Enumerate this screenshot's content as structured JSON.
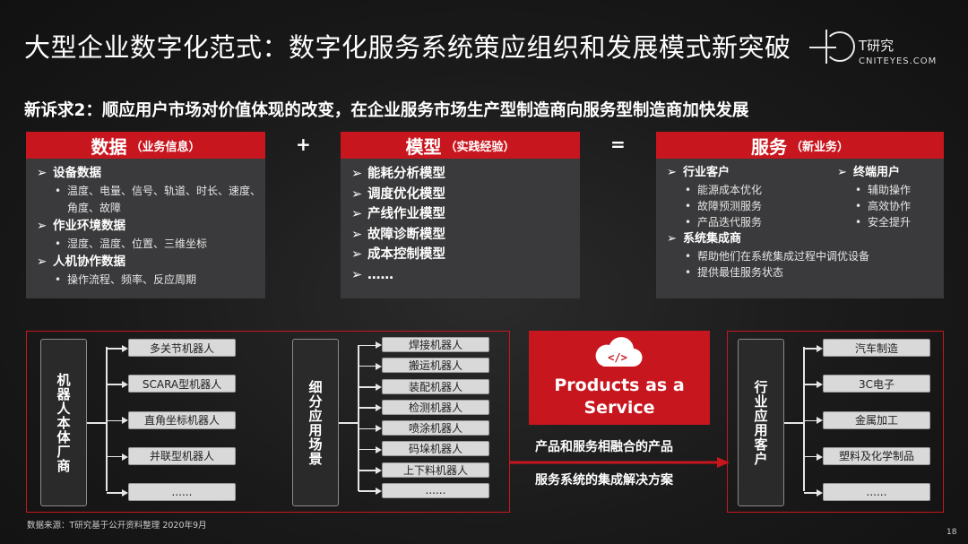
{
  "header": {
    "title": "大型企业数字化范式：数字化服务系统策应组织和发展模式新突破",
    "logo_top": "T研究",
    "logo_bottom": "CNITEYES.COM"
  },
  "subtitle": "新诉求2：顺应用户市场对价值体现的改变，在企业服务市场生产型制造商向服务型制造商加快发展",
  "cards": {
    "data": {
      "title": "数据",
      "subtitle": "（业务信息）",
      "items": [
        {
          "label": "设备数据",
          "subs": [
            "温度、电量、信号、轨道、时长、速度、",
            "角度、故障"
          ]
        },
        {
          "label": "作业环境数据",
          "subs": [
            "湿度、温度、位置、三维坐标"
          ]
        },
        {
          "label": "人机协作数据",
          "subs": [
            "操作流程、频率、反应周期"
          ]
        }
      ]
    },
    "plus": "+",
    "model": {
      "title": "模型",
      "subtitle": "（实践经验）",
      "items": [
        "能耗分析模型",
        "调度优化模型",
        "产线作业模型",
        "故障诊断模型",
        "成本控制模型",
        "……"
      ]
    },
    "equals": "=",
    "service": {
      "title": "服务",
      "subtitle": "（新业务）",
      "industry": {
        "label": "行业客户",
        "subs": [
          "能源成本优化",
          "故障预测服务",
          "产品迭代服务"
        ]
      },
      "end_user": {
        "label": "终端用户",
        "subs": [
          "辅助操作",
          "高效协作",
          "安全提升"
        ]
      },
      "integrator": {
        "label": "系统集成商",
        "subs": [
          "帮助他们在系统集成过程中调优设备",
          "提供最佳服务状态"
        ]
      }
    }
  },
  "diagram": {
    "robot_makers": {
      "label": "机器人本体厂商",
      "items": [
        "多关节机器人",
        "SCARA型机器人",
        "直角坐标机器人",
        "并联型机器人",
        "......"
      ]
    },
    "scenarios": {
      "label": "细分应用场景",
      "items": [
        "焊接机器人",
        "搬运机器人",
        "装配机器人",
        "检测机器人",
        "喷涂机器人",
        "码垛机器人",
        "上下料机器人",
        "......"
      ]
    },
    "paas": {
      "line1": "Products as a",
      "line2": "Service"
    },
    "paas_labels": [
      "产品和服务相融合的产品",
      "服务系统的集成解决方案"
    ],
    "industry_customers": {
      "label": "行业应用客户",
      "items": [
        "汽车制造",
        "3C电子",
        "金属加工",
        "塑料及化学制品",
        "......"
      ]
    }
  },
  "footer": {
    "source": "数据来源：T研究基于公开资料整理  2020年9月",
    "page": "18"
  },
  "colors": {
    "accent": "#c8161e",
    "card_bg": "#3a3a3c",
    "node_bg": "#d9d9d9"
  },
  "icons": {
    "cloud": "cloud-code-icon",
    "bullet_arrow": "arrow-bullet-icon"
  }
}
